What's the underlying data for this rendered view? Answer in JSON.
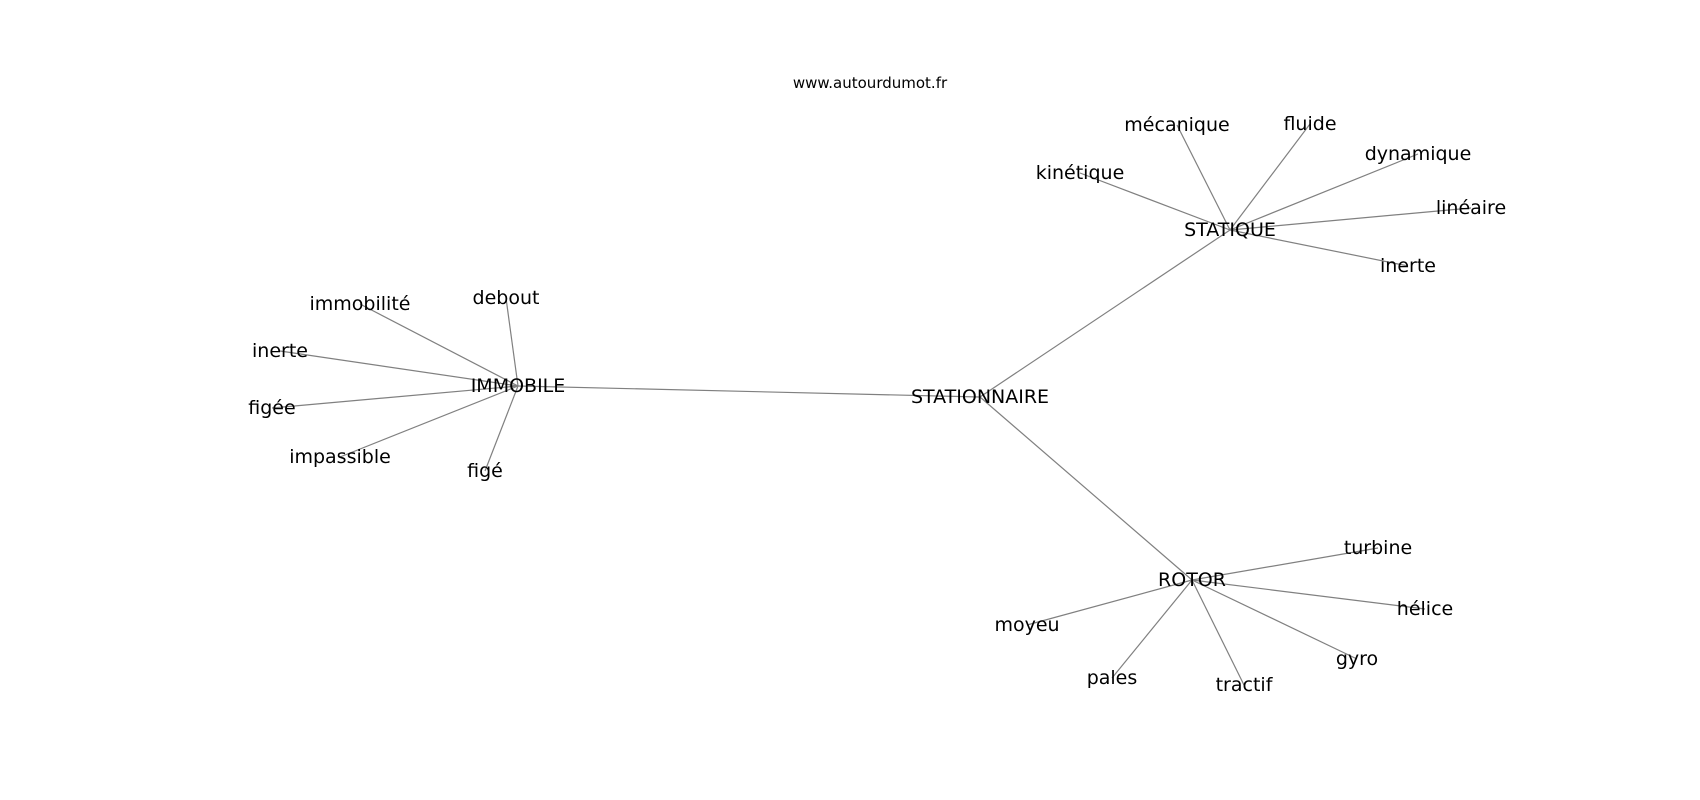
{
  "site": "www.autourdumot.fr",
  "colors": {
    "edge": "#808080",
    "text": "#000000",
    "background": "#ffffff"
  },
  "graph": {
    "center": "STATIONNAIRE",
    "hubs": [
      {
        "label": "IMMOBILE",
        "leaves": [
          "immobilité",
          "debout",
          "inerte",
          "figée",
          "impassible",
          "figé"
        ]
      },
      {
        "label": "STATIQUE",
        "leaves": [
          "mécanique",
          "fluide",
          "kinétique",
          "dynamique",
          "linéaire",
          "inerte"
        ]
      },
      {
        "label": "ROTOR",
        "leaves": [
          "turbine",
          "hélice",
          "moyeu",
          "gyro",
          "pales",
          "tractif"
        ]
      }
    ]
  }
}
